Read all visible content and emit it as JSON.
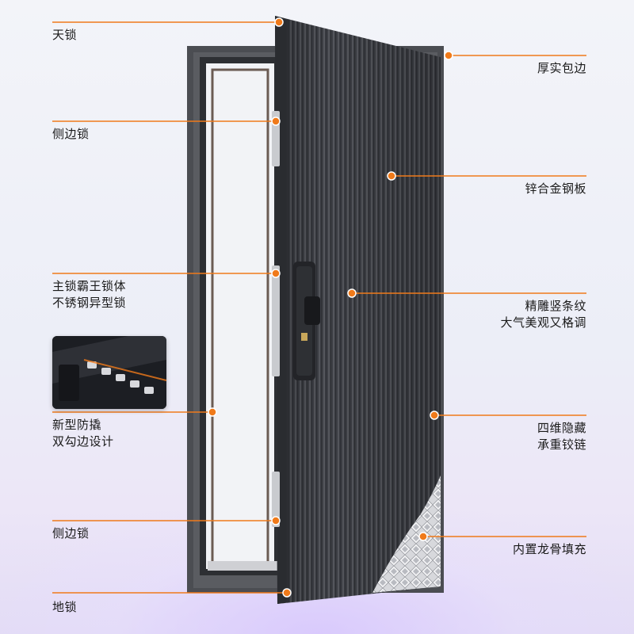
{
  "callouts": {
    "top_lock": "天锁",
    "thick_edging": "厚实包边",
    "side_lock_upper": "侧边锁",
    "zinc_alloy_panel": "锌合金钢板",
    "main_lock": [
      "主锁霸王锁体",
      "不锈钢异型锁"
    ],
    "vertical_texture": [
      "精雕竖条纹",
      "大气美观又格调"
    ],
    "anti_pry": [
      "新型防撬",
      "双勾边设计"
    ],
    "hidden_hinge": [
      "四维隐藏",
      "承重铰链"
    ],
    "side_lock_lower": "侧边锁",
    "keel_filling": "内置龙骨填充",
    "floor_lock": "地锁"
  },
  "colors": {
    "accent": "#f07a1a",
    "door_panel": "#3a3c42",
    "door_frame": "#4b4d52",
    "text": "#1a1a1a",
    "background": "#eef0f7"
  },
  "icons": {
    "callout_marker": "orange-dot-icon",
    "inset_image": "lock-closeup-icon"
  }
}
